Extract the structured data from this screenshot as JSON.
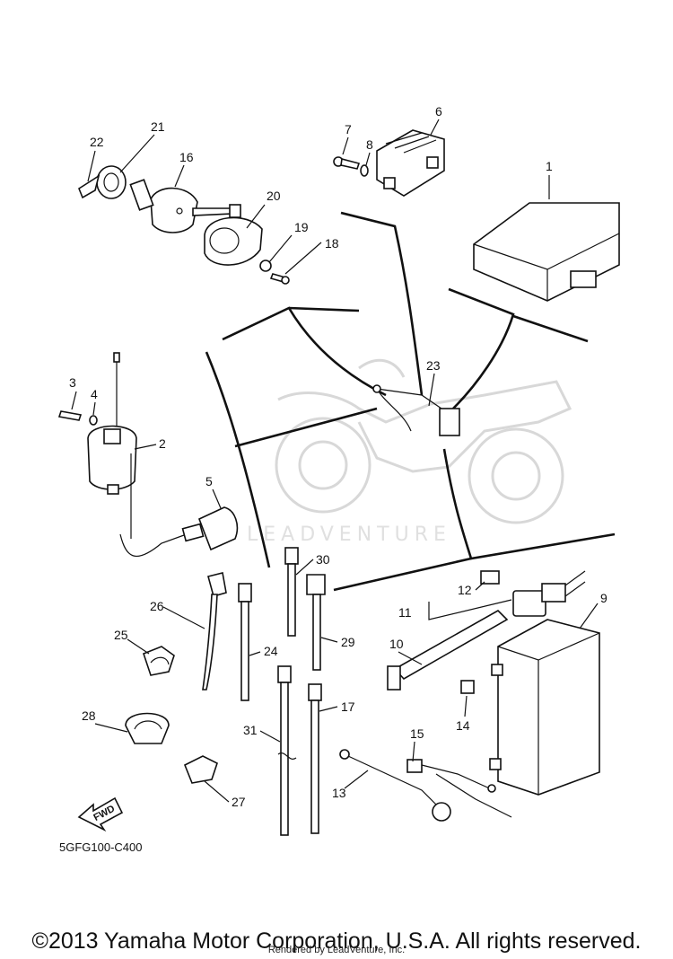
{
  "diagram": {
    "part_numbers": [
      "1",
      "2",
      "3",
      "4",
      "5",
      "6",
      "7",
      "8",
      "9",
      "10",
      "11",
      "12",
      "13",
      "14",
      "15",
      "16",
      "17",
      "18",
      "19",
      "20",
      "21",
      "22",
      "23",
      "24",
      "25",
      "26",
      "27",
      "28",
      "29",
      "30",
      "31"
    ],
    "diagram_code": "5GFG100-C400",
    "fwd_label": "FWD",
    "watermark": "LEADVENTURE",
    "copyright": "©2013 Yamaha Motor Corporation, U.S.A. All rights reserved.",
    "rendered_by": "Rendered by LeadVenture, Inc."
  }
}
